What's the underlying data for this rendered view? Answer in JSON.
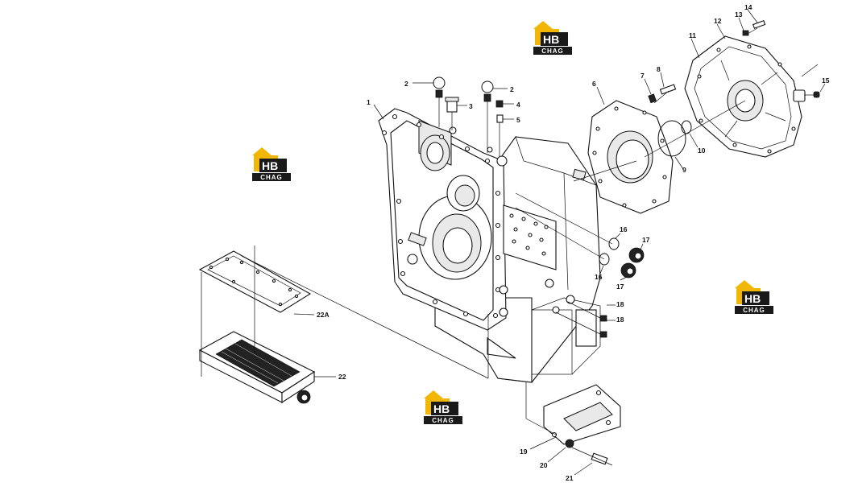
{
  "watermark": {
    "letters": "HB",
    "text": "CHAG",
    "colors": {
      "roof": "#f2b705",
      "letters": "#ffffff",
      "box": "#1a1a1a",
      "band": "#1a1a1a"
    }
  },
  "callouts": {
    "1": "1",
    "2a": "2",
    "2b": "2",
    "3": "3",
    "4": "4",
    "5": "5",
    "6": "6",
    "7": "7",
    "8": "8",
    "9": "9",
    "10": "10",
    "11": "11",
    "12": "12",
    "13": "13",
    "14": "14",
    "15": "15",
    "16a": "16",
    "16b": "16",
    "17a": "17",
    "17b": "17",
    "18a": "18",
    "18b": "18",
    "19": "19",
    "20": "20",
    "21": "21",
    "22": "22",
    "22A": "22A"
  }
}
